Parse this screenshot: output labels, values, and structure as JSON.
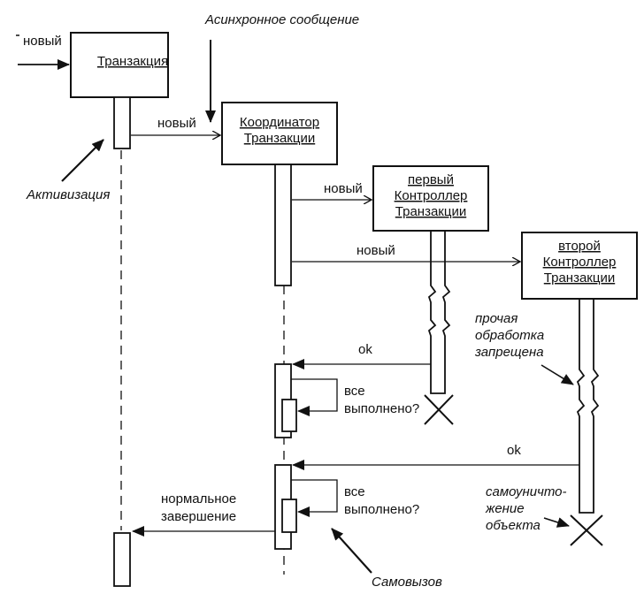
{
  "objects": {
    "transaction": "Транзакция",
    "coordinator": [
      "Координатор",
      "Транзакции"
    ],
    "controller1": [
      "первый",
      "Контроллер",
      "Транзакции"
    ],
    "controller2": [
      "второй",
      "Контроллер",
      "Транзакции"
    ]
  },
  "messages": {
    "new_external": "новый",
    "new_coordinator": "новый",
    "new_controller1": "новый",
    "new_controller2": "новый",
    "ok1": "ok",
    "ok2": "ok",
    "all_done_1": [
      "все",
      "выполнено?"
    ],
    "all_done_2": [
      "все",
      "выполнено?"
    ],
    "normal_end": [
      "нормальное",
      "завершение"
    ]
  },
  "annotations": {
    "async_message": "Асинхронное сообщение",
    "activation": "Активизация",
    "other_processing": [
      "прочая",
      "обработка",
      "запрещена"
    ],
    "self_destruct": [
      "самоуничто-",
      "жение",
      "объекта"
    ],
    "self_call": "Самовызов"
  }
}
